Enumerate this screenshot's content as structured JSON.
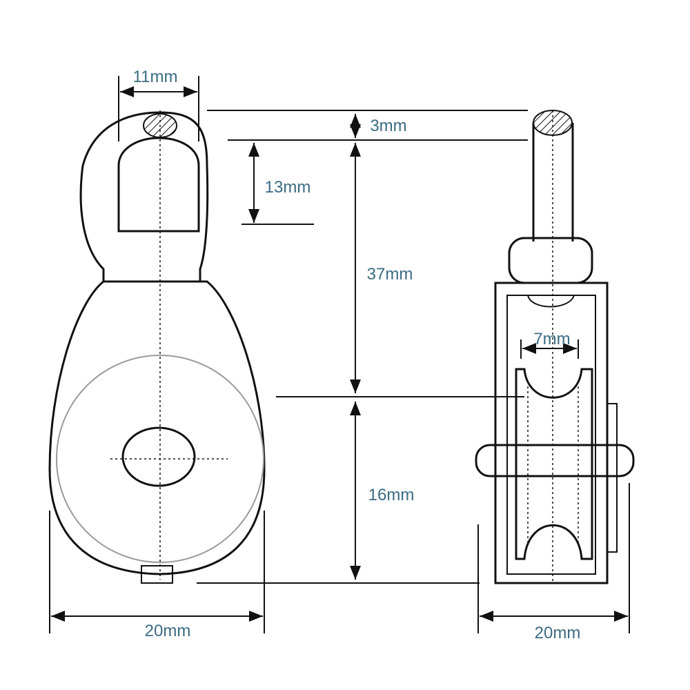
{
  "title": "Swivel pulley block dimensions",
  "colors": {
    "label": "#3b6b82",
    "line": "#111111"
  },
  "dimensions": {
    "eye_width": "11mm",
    "eye_top_thickness": "3mm",
    "eye_opening_height": "13mm",
    "eye_to_axle": "37mm",
    "groove_width": "7mm",
    "axle_to_bottom": "16mm",
    "front_width": "20mm",
    "side_width": "20mm"
  }
}
